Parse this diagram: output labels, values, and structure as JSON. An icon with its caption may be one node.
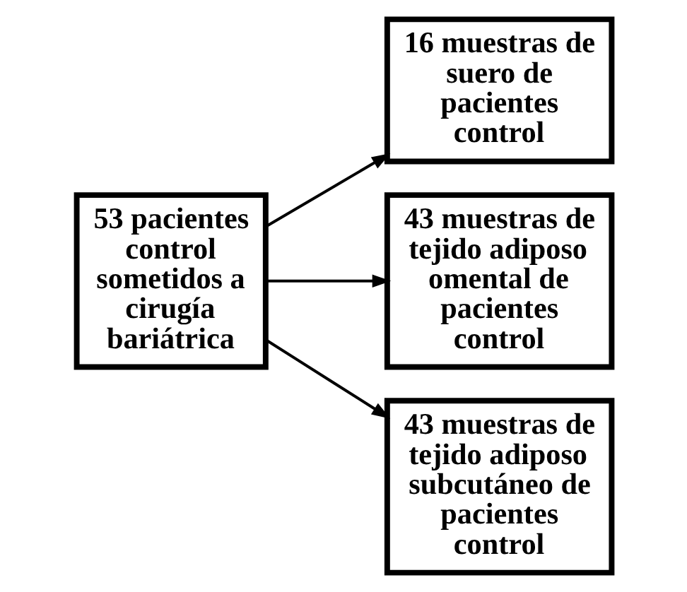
{
  "diagram": {
    "nodes": [
      {
        "text": [
          "53 pacientes control sometidos a cirugía bariátrica"
        ]
      },
      {
        "text": [
          "16 muestras de suero de pacientes control"
        ]
      },
      {
        "text": [
          "43 muestras de tejido adiposo omental de pacientes control"
        ]
      },
      {
        "text": [
          "43 muestras de tejido adiposo subcutáneo de pacientes control"
        ]
      }
    ],
    "edges": [
      {
        "from": 0,
        "to": 1,
        "arrow": "to"
      },
      {
        "from": 0,
        "to": 2,
        "arrow": "to"
      },
      {
        "from": 0,
        "to": 3,
        "arrow": "to"
      }
    ]
  }
}
